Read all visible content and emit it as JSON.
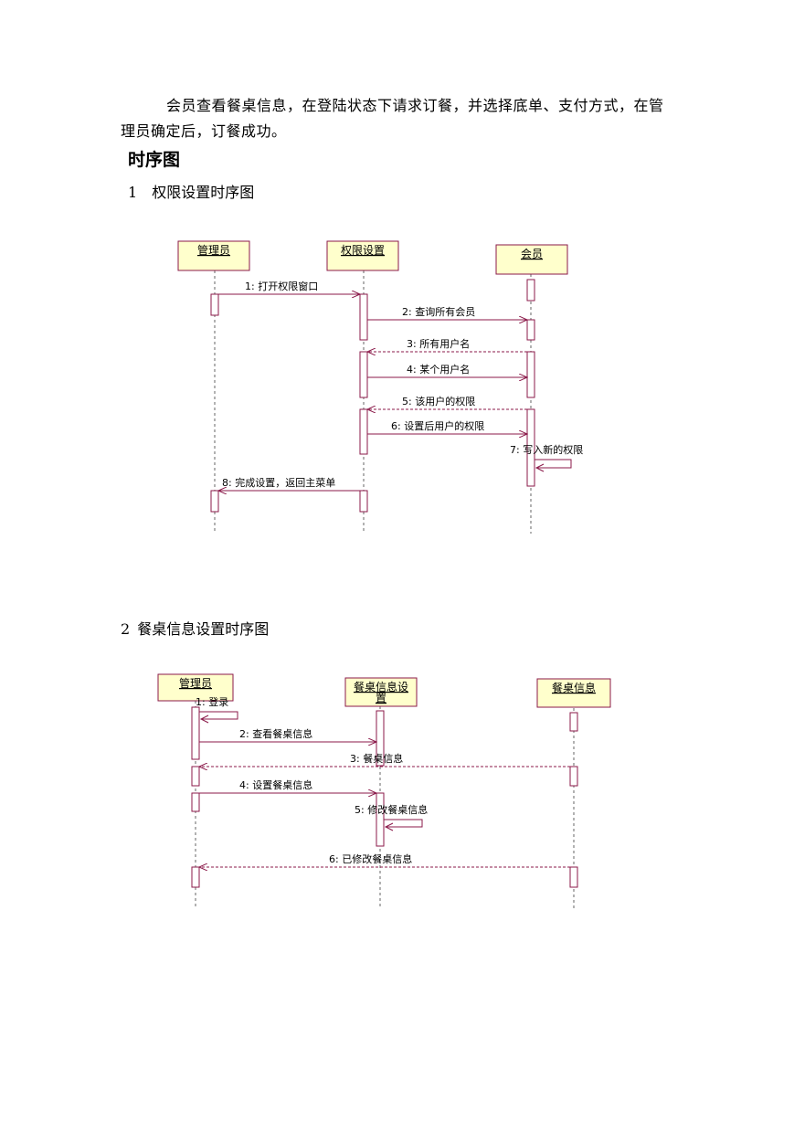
{
  "intro_text": "会员查看餐桌信息，在登陆状态下请求订餐，并选择底单、支付方式，在管理员确定后，订餐成功。",
  "section_title": "时序图",
  "diagram1": {
    "number": "1",
    "title": "权限设置时序图",
    "objects": [
      "管理员",
      "权限设置",
      "会员"
    ],
    "messages": [
      "1: 打开权限窗口",
      "2: 查询所有会员",
      "3: 所有用户名",
      "4: 某个用户名",
      "5: 该用户的权限",
      "6: 设置后用户的权限",
      "7: 写入新的权限",
      "8: 完成设置，返回主菜单"
    ]
  },
  "diagram2": {
    "number": "2",
    "title": "餐桌信息设置时序图",
    "objects": [
      "管理员",
      "餐桌信息设置",
      "餐桌信息"
    ],
    "object_lines": [
      [
        "管理员"
      ],
      [
        "餐桌信息设",
        "置"
      ],
      [
        "餐桌信息"
      ]
    ],
    "messages": [
      "1: 登录",
      "2: 查看餐桌信息",
      "3: 餐桌信息",
      "4: 设置餐桌信息",
      "5: 修改餐桌信息",
      "6: 已修改餐桌信息"
    ]
  },
  "colors": {
    "object_fill": "#ffffcc",
    "object_border": "#8b1a4a",
    "lifeline": "#666666",
    "message": "#8b1a4a"
  }
}
